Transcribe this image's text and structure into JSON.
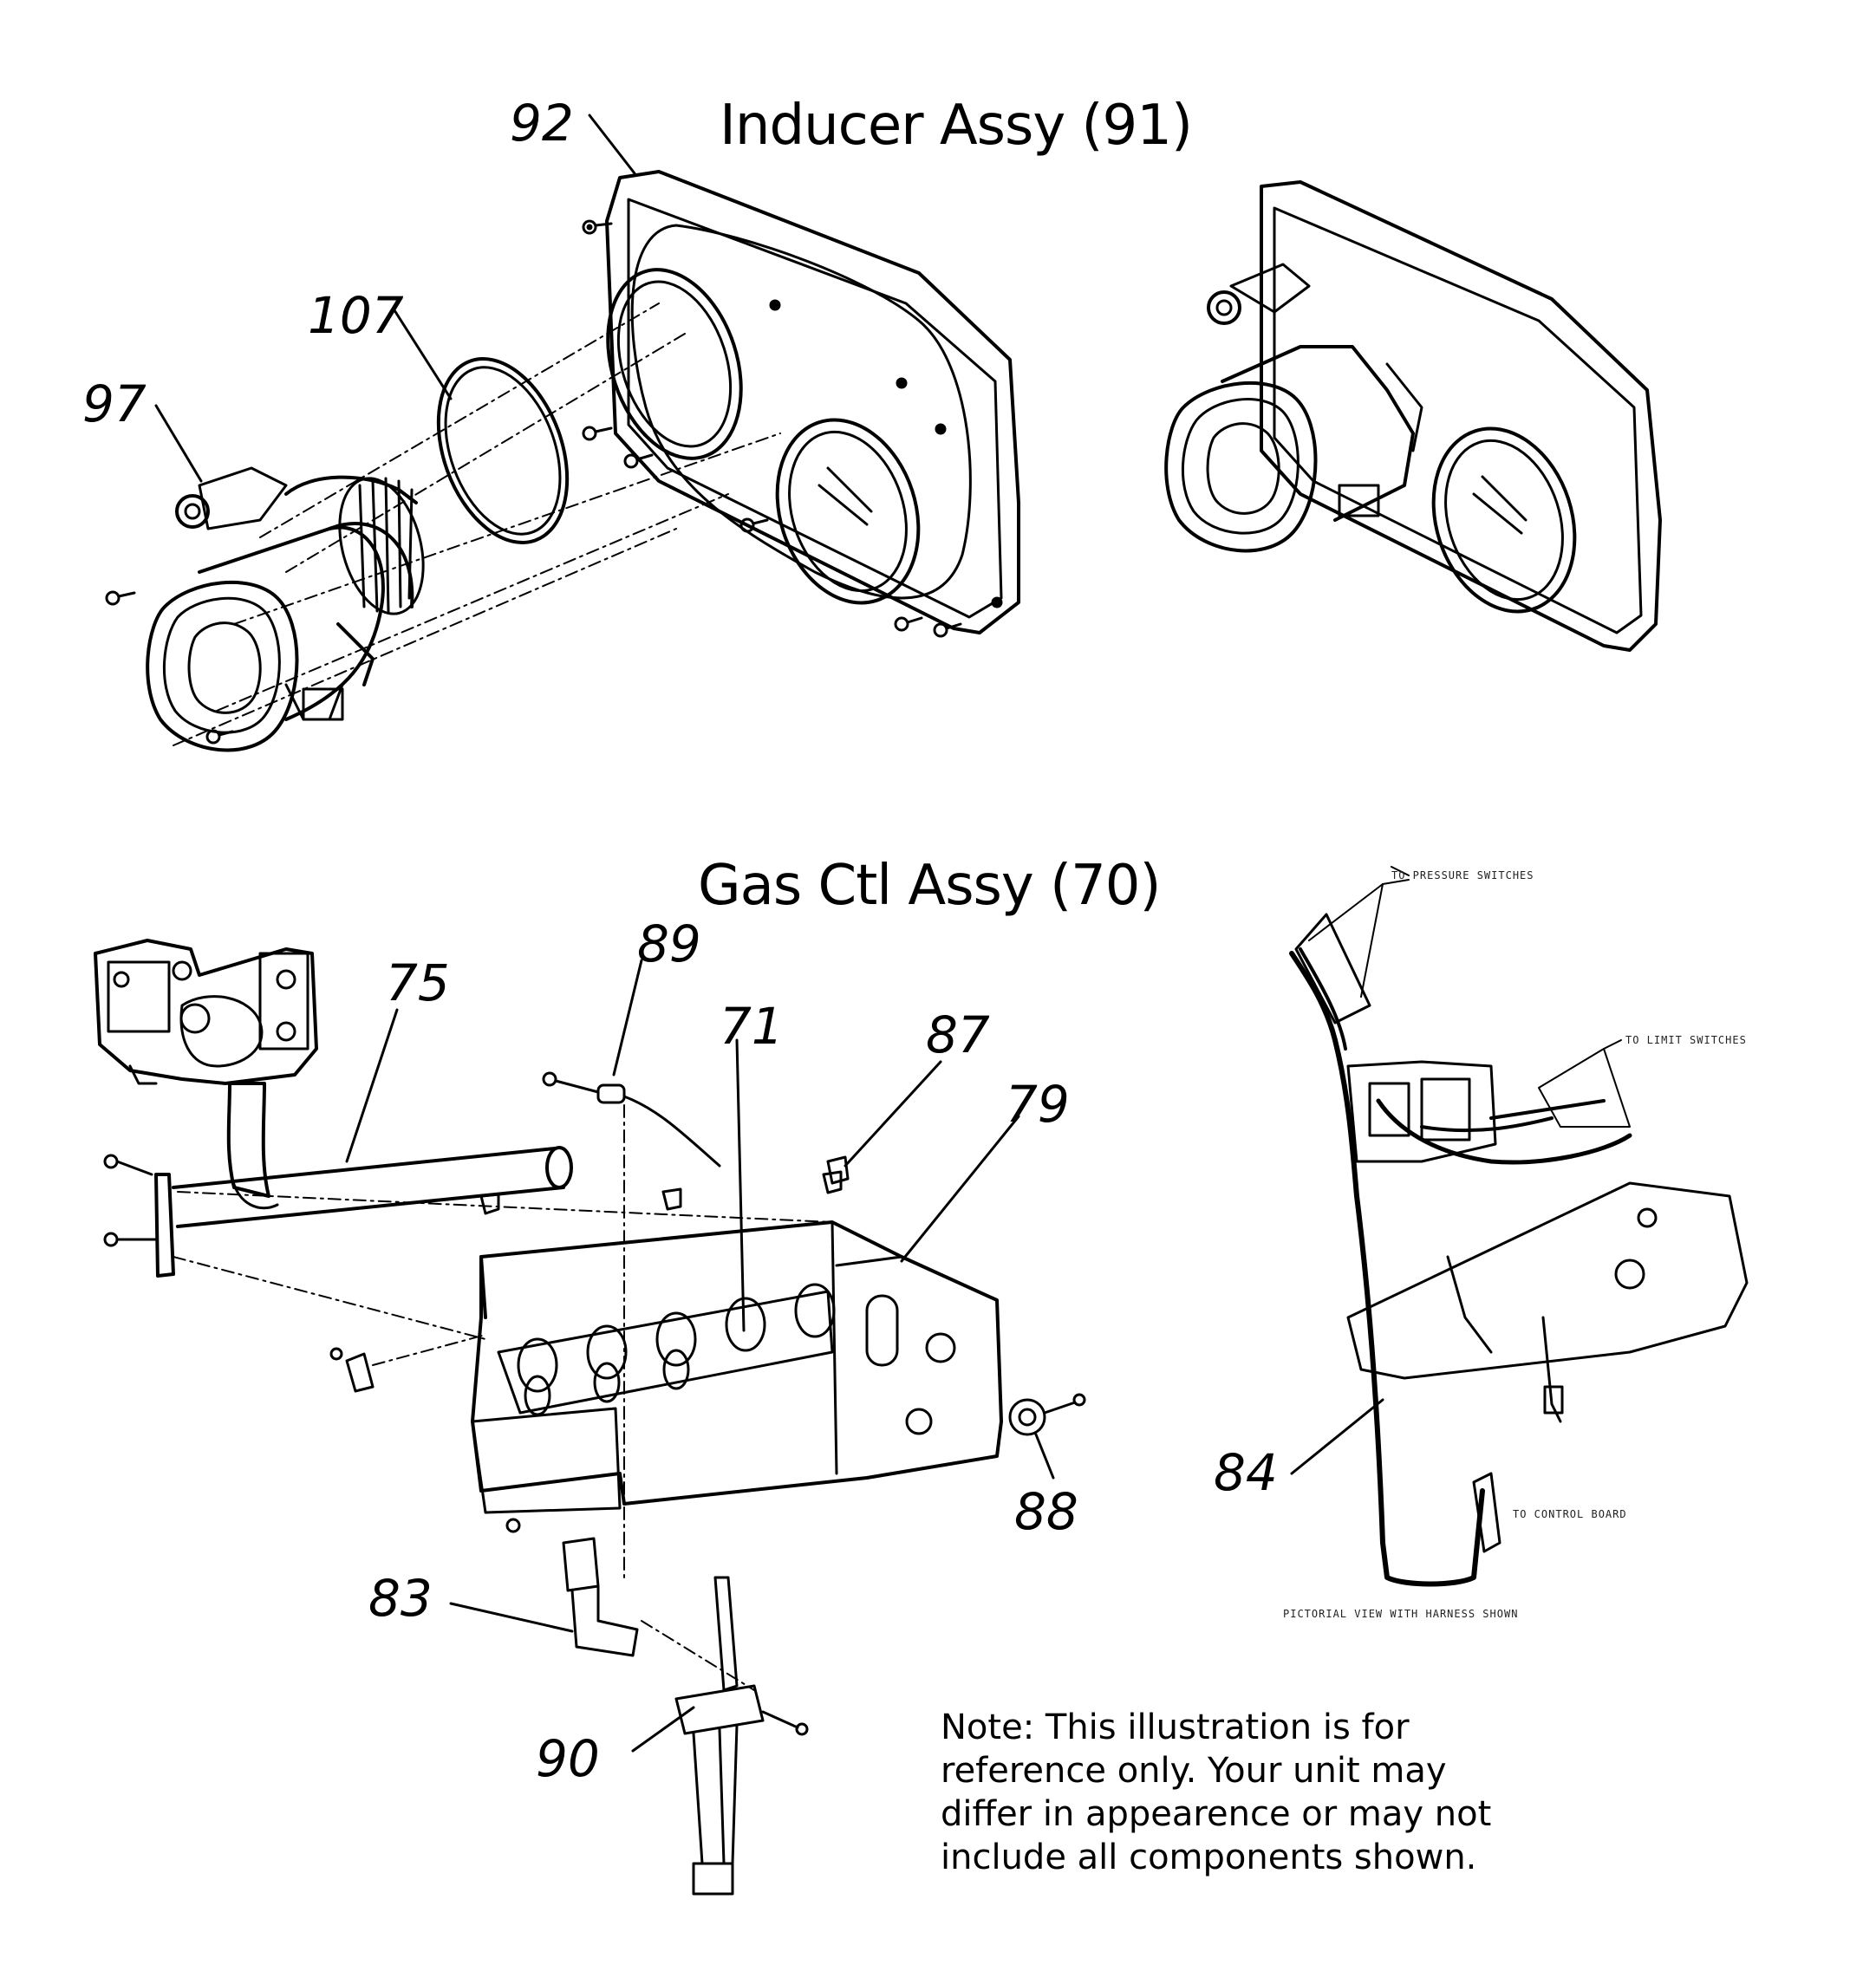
{
  "titles": {
    "inducer": "Inducer Assy (91)",
    "gas_control": "Gas Ctl Assy (70)"
  },
  "callouts": {
    "c92": "92",
    "c107": "107",
    "c97": "97",
    "c75": "75",
    "c89": "89",
    "c71": "71",
    "c87": "87",
    "c79": "79",
    "c88": "88",
    "c83": "83",
    "c90": "90",
    "c84": "84"
  },
  "harness_labels": {
    "pressure": "TO PRESSURE SWITCHES",
    "limit": "TO LIMIT SWITCHES",
    "control": "TO CONTROL BOARD",
    "caption": "PICTORIAL VIEW WITH HARNESS SHOWN"
  },
  "note": {
    "line1": "Note: This illustration is for",
    "line2": "reference only. Your unit may",
    "line3": "differ in appearence or may not",
    "line4": "include all components shown."
  }
}
